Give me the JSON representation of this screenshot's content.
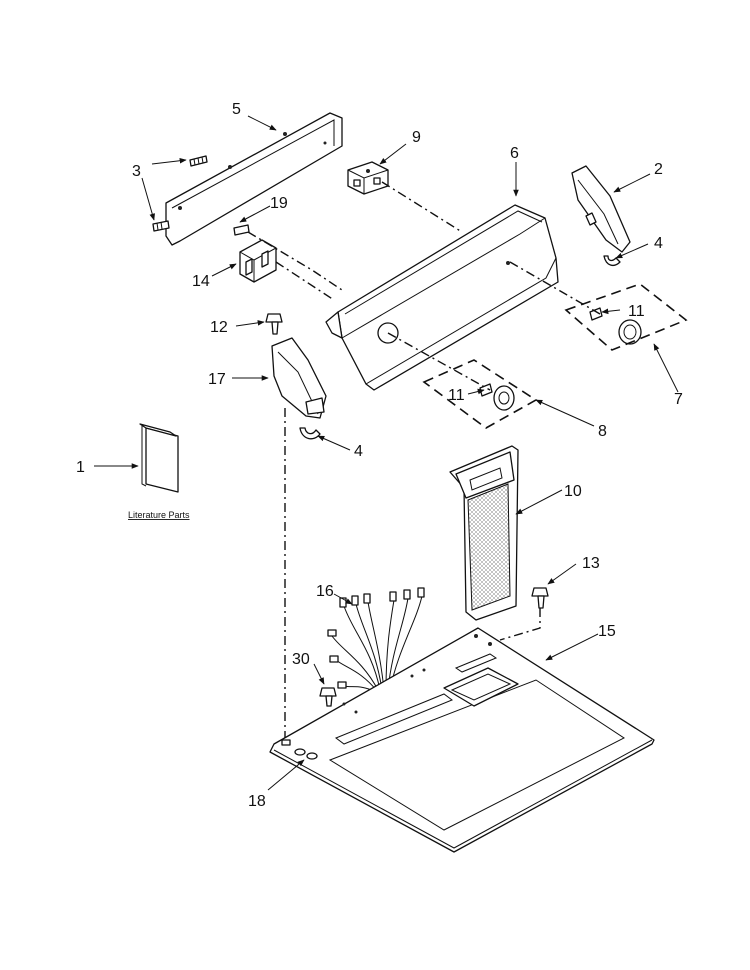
{
  "callouts": {
    "c1": "1",
    "c2": "2",
    "c3": "3",
    "c4a": "4",
    "c4b": "4",
    "c5": "5",
    "c6": "6",
    "c7": "7",
    "c8": "8",
    "c9": "9",
    "c10": "10",
    "c11a": "11",
    "c11b": "11",
    "c12": "12",
    "c13": "13",
    "c14": "14",
    "c15": "15",
    "c16": "16",
    "c17": "17",
    "c18": "18",
    "c19": "19",
    "c30": "30"
  },
  "literature_label": "Literature Parts"
}
